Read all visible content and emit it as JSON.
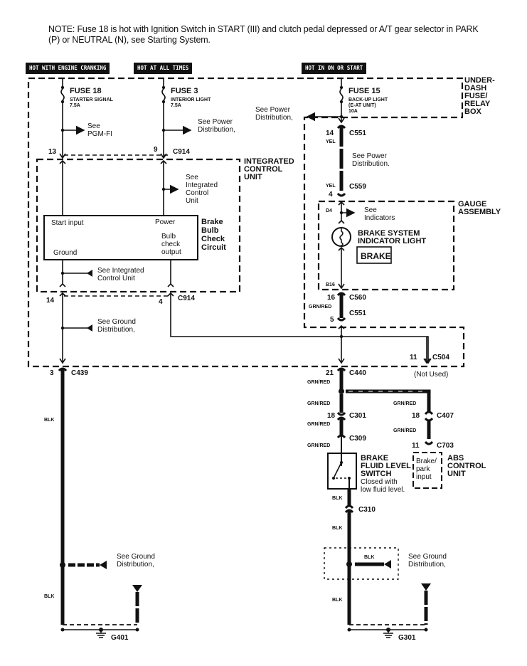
{
  "note": "NOTE: Fuse 18 is hot with Ignition Switch in START (III) and clutch pedal depressed or A/T gear selector in PARK (P) or NEUTRAL (N), see Starting System.",
  "headers": [
    "HOT WITH ENGINE CRANKING",
    "HOT AT ALL TIMES",
    "HOT IN ON OR START"
  ],
  "boxes": {
    "underdash": [
      "UNDER-",
      "DASH",
      "FUSE/",
      "RELAY",
      "BOX"
    ],
    "icu": [
      "INTEGRATED",
      "CONTROL",
      "UNIT"
    ],
    "gauge": [
      "GAUGE",
      "ASSEMBLY"
    ],
    "abs": [
      "ABS",
      "CONTROL",
      "UNIT"
    ],
    "abs_input": [
      "Brake/",
      "park",
      "input"
    ]
  },
  "fuses": [
    {
      "name": "FUSE 18",
      "desc": "STARTER SIGNAL",
      "rating": "7.5A"
    },
    {
      "name": "FUSE 3",
      "desc": "INTERIOR LIGHT",
      "rating": "7.5A"
    },
    {
      "name": "FUSE 15",
      "desc": "BACK-UP LIGHT",
      "desc2": "(E-AT UNIT)",
      "rating": "10A"
    }
  ],
  "refs": {
    "pgmfi": [
      "See",
      "PGM-FI"
    ],
    "power1": [
      "See Power",
      "Distribution,"
    ],
    "power2": [
      "See Power",
      "Distribution,"
    ],
    "power3": [
      "See Power",
      "Distribution."
    ],
    "icu1": [
      "See",
      "Integrated",
      "Control",
      "Unit"
    ],
    "icu2": [
      "See Integrated",
      "Control Unit"
    ],
    "ground1": [
      "See Ground",
      "Distribution,"
    ],
    "ground2": [
      "See Ground",
      "Distribution,"
    ],
    "ground3": [
      "See Ground",
      "Distribution,"
    ],
    "indicators": [
      "See",
      "Indicators"
    ]
  },
  "circuit": {
    "start_input": "Start input",
    "power": "Power",
    "ground": "Ground",
    "bulb_check": [
      "Bulb",
      "check",
      "output"
    ],
    "name": [
      "Brake",
      "Bulb",
      "Check",
      "Circuit"
    ]
  },
  "indicator": {
    "title": [
      "BRAKE SYSTEM",
      "INDICATOR LIGHT"
    ],
    "symbol": "BRAKE"
  },
  "switch": {
    "title": [
      "BRAKE",
      "FLUID LEVEL",
      "SWITCH"
    ],
    "desc": [
      "Closed with",
      "low fluid level."
    ]
  },
  "connectors": {
    "c914": "C914",
    "c551": "C551",
    "c559": "C559",
    "c560": "C560",
    "c439": "C439",
    "c440": "C440",
    "c504": "C504",
    "c301": "C301",
    "c309": "C309",
    "c407": "C407",
    "c703": "C703",
    "c310": "C310"
  },
  "pins": {
    "p13": "13",
    "p9": "9",
    "p14a": "14",
    "p4a": "4",
    "p14b": "14",
    "p4b": "4",
    "d4": "D4",
    "b16": "B16",
    "p16": "16",
    "p5": "5",
    "p3": "3",
    "p21": "21",
    "p11a": "11",
    "p18a": "18",
    "p18b": "18",
    "p11b": "11"
  },
  "not_used": "(Not Used)",
  "wires": {
    "yel": "YEL",
    "grnred": "GRN/RED",
    "blk": "BLK"
  },
  "grounds": {
    "g401": "G401",
    "g301": "G301"
  }
}
